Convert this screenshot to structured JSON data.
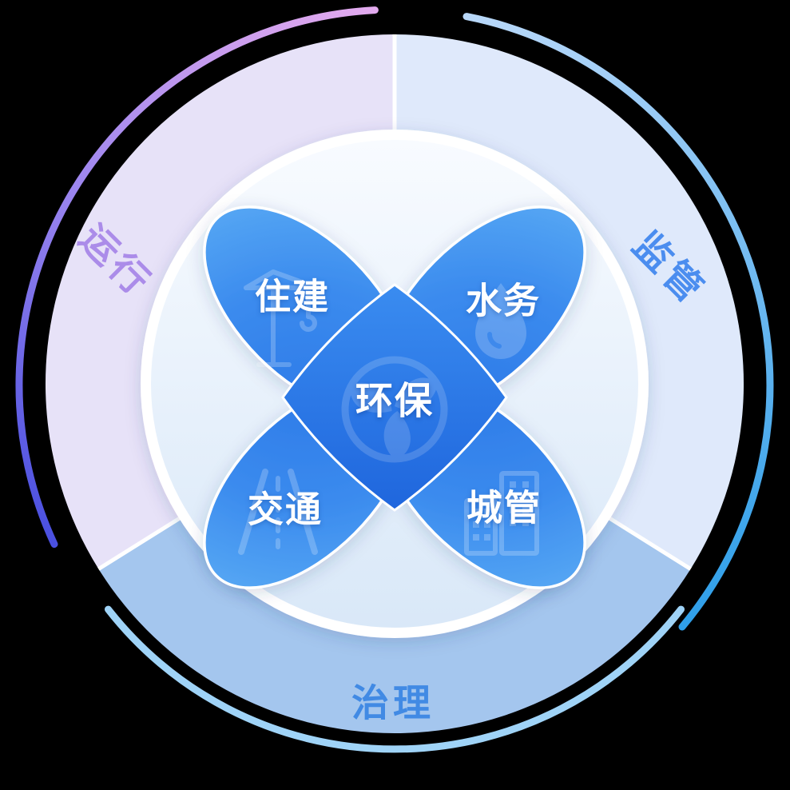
{
  "sectors": [
    {
      "id": "operation",
      "label": "运行",
      "fill": "#e7e2f8",
      "label_color": "#ab8ce9"
    },
    {
      "id": "supervision",
      "label": "监管",
      "fill": "#dfe9fb",
      "label_color": "#4b8def"
    },
    {
      "id": "governance",
      "label": "治理",
      "fill": "#a4c6ee",
      "label_color": "#418ae4"
    }
  ],
  "petals": [
    {
      "id": "housing",
      "label": "住建",
      "icon": "crane-icon"
    },
    {
      "id": "water",
      "label": "水务",
      "icon": "water-drop-icon"
    },
    {
      "id": "traffic",
      "label": "交通",
      "icon": "road-icon"
    },
    {
      "id": "city",
      "label": "城管",
      "icon": "buildings-icon"
    }
  ],
  "center": {
    "label": "环保",
    "icon": "eco-circle-icon"
  },
  "colors": {
    "background": "#000000",
    "petal_blue_outer": "#5cadf5",
    "petal_blue_inner": "#2b77e7",
    "center_overlap_blue": "#2470e4",
    "inner_disc_top": "#f8fbff",
    "inner_disc_bottom": "#d9e8f8",
    "arc_purple_start": "#e2aaee",
    "arc_purple_end": "#4a50e0",
    "arc_blue_start": "#b9d8f9",
    "arc_blue_end": "#2f9fe9",
    "arc_lightblue": "#9fd3f7",
    "divider_white": "#ffffff"
  }
}
